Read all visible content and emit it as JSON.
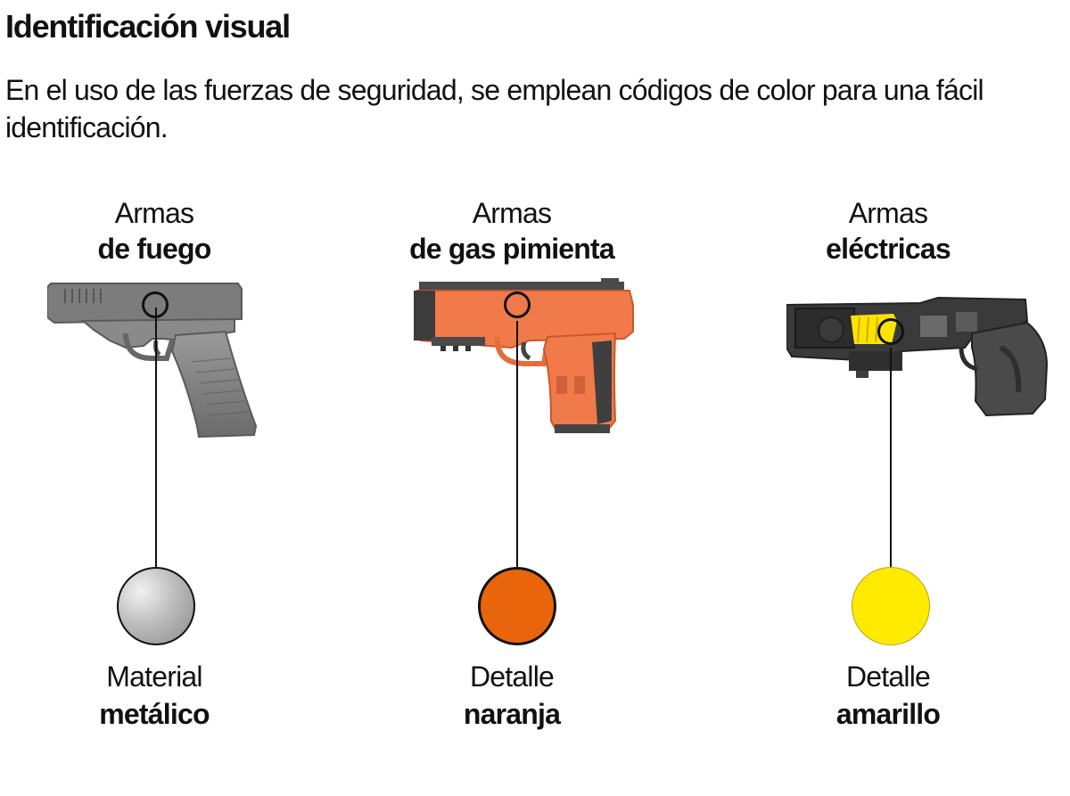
{
  "title": "Identificación visual",
  "subtitle": "En el uso de las fuerzas de seguridad, se emplean códigos de color para una fácil identificación.",
  "categories": [
    {
      "head_line1": "Armas",
      "head_line2": "de fuego",
      "foot_line1": "Material",
      "foot_line2": "metálico",
      "swatch_color": "#a9a9a9",
      "icon": "handgun-icon"
    },
    {
      "head_line1": "Armas",
      "head_line2": "de gas pimienta",
      "foot_line1": "Detalle",
      "foot_line2": "naranja",
      "swatch_color": "#e8650c",
      "icon": "pepper-spray-pistol-icon"
    },
    {
      "head_line1": "Armas",
      "head_line2": "eléctricas",
      "foot_line1": "Detalle",
      "foot_line2": "amarillo",
      "swatch_color": "#ffea00",
      "icon": "taser-icon"
    }
  ]
}
